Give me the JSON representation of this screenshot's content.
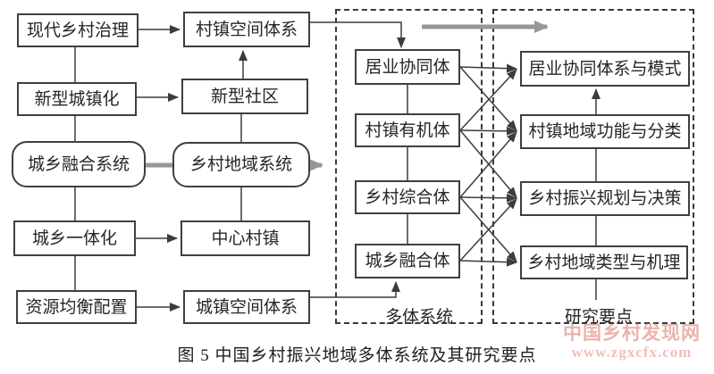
{
  "figure": {
    "caption": "图 5 中国乡村振兴地域多体系统及其研究要点",
    "watermark": {
      "site_name": "中国乡村发现网",
      "site_url": "www.zgxcfx.com"
    },
    "colors": {
      "line": "#3c3c3c",
      "gray_arrow": "#979797",
      "watermark_red": "#d66a5f",
      "box_border": "#3f3f3f"
    },
    "left_column": [
      "现代乡村治理",
      "新型城镇化",
      "城乡融合系统",
      "城乡一体化",
      "资源均衡配置"
    ],
    "mid_column": [
      "村镇空间体系",
      "新型社区",
      "乡村地域系统",
      "中心村镇",
      "城镇空间体系"
    ],
    "multibody": {
      "group_label": "多体系统",
      "items": [
        "居业协同体",
        "村镇有机体",
        "乡村综合体",
        "城乡融合体"
      ]
    },
    "research": {
      "group_label": "研究要点",
      "items": [
        "居业协同体系与模式",
        "村镇地域功能与分类",
        "乡村振兴规划与决策",
        "乡村地域类型与机理"
      ]
    }
  }
}
